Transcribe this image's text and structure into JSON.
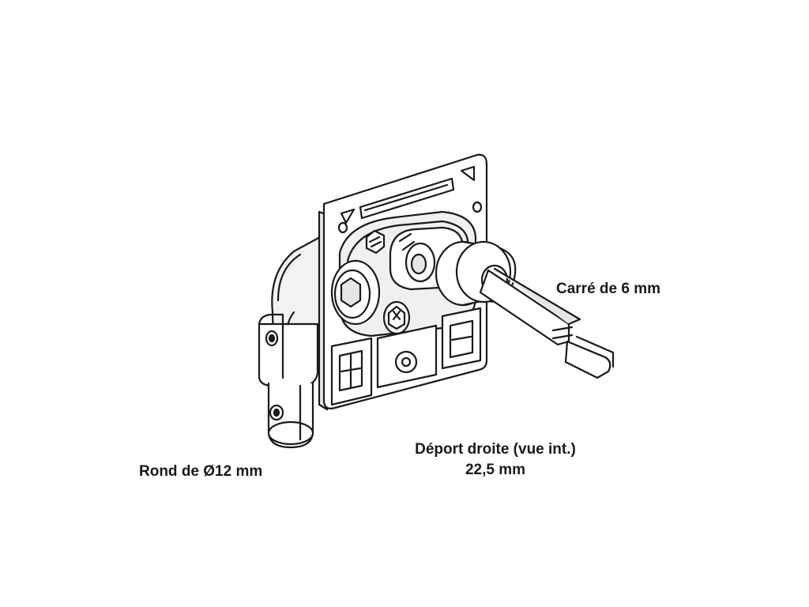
{
  "labels": {
    "square_shaft": "Carré de 6 mm",
    "round_shaft": "Rond de Ø12 mm",
    "offset_line1": "Déport droite (vue int.)",
    "offset_line2": "22,5 mm"
  },
  "colors": {
    "background": "#ffffff",
    "line": "#1a1a1a",
    "fill": "#ffffff",
    "shade": "#e6e6e6"
  }
}
